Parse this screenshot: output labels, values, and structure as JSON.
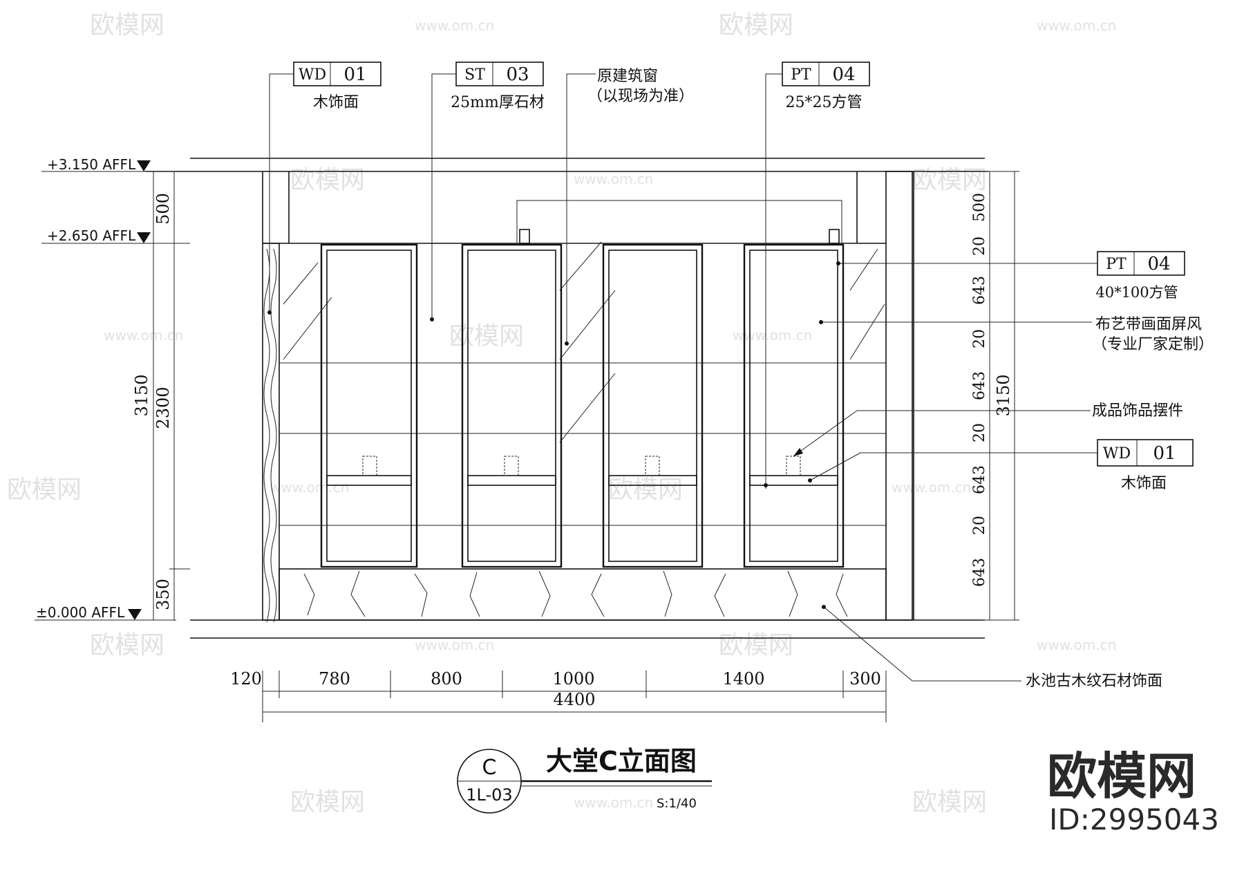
{
  "levels": [
    {
      "label": "+3.150 AFFL"
    },
    {
      "label": "+2.650 AFFL"
    },
    {
      "label": "±0.000 AFFL"
    }
  ],
  "left_dims": {
    "outer": {
      "total": "3150",
      "mid": "2300"
    },
    "inner": [
      "500",
      "350"
    ]
  },
  "right_dims": {
    "segments": [
      "500",
      "20",
      "643",
      "20",
      "643",
      "20",
      "643",
      "20",
      "643"
    ],
    "total": "3150"
  },
  "bottom_dims": {
    "segments": [
      "120",
      "780",
      "800",
      "1000",
      "1400",
      "300"
    ],
    "total": "4400"
  },
  "tags": {
    "wd_top": {
      "code": "WD",
      "num": "01",
      "desc": "木饰面"
    },
    "st_top": {
      "code": "ST",
      "num": "03",
      "desc": "25mm厚石材"
    },
    "pt_top": {
      "code": "PT",
      "num": "04",
      "desc": "25*25方管"
    },
    "pt_right": {
      "code": "PT",
      "num": "04",
      "desc": "40*100方管"
    },
    "wd_right": {
      "code": "WD",
      "num": "01",
      "desc": "木饰面"
    }
  },
  "notes": {
    "window_line1": "原建筑窗",
    "window_line2": "（以现场为准）",
    "screen_line1": "布艺带画面屏风",
    "screen_line2": "（专业厂家定制）",
    "ornament": "成品饰品摆件",
    "pool": "水池古木纹石材饰面"
  },
  "title": {
    "symbol_letter": "C",
    "symbol_ref": "1L-03",
    "name": "大堂C立面图",
    "scale": "S:1/40"
  },
  "watermark": {
    "brand": "欧模网",
    "url": "www.om.cn",
    "id": "ID:2995043"
  }
}
